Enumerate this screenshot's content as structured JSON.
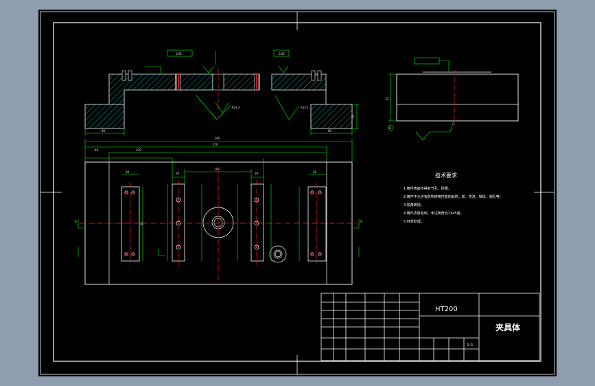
{
  "title_block": {
    "material": "HT200",
    "part_name": "夹具体",
    "scale": "1:1"
  },
  "tech_requirements": {
    "heading": "技术要求",
    "items": [
      "1.铸件表面不得有气孔、砂眼。",
      "2.铸件不允许有影响使用性能的缺陷，如：夹渣、裂纹、缩孔等。",
      "3.锐角倒钝。",
      "4.铸件去除毛刺，未注倒角为1X45度。",
      "5.时效处理。"
    ]
  },
  "dimensions": {
    "total_length": "300",
    "top_overall": "270",
    "inner_span": "225",
    "left_offset": "40",
    "center_span": "110",
    "slot_width": "30",
    "bore_width": "20",
    "base_height": "60",
    "side_height": "30",
    "left_foot": "60",
    "right_foot": "60",
    "side_view_height": "55"
  },
  "labels": {
    "section_left": "A",
    "section_right": "A",
    "datum": "B",
    "roughness": "Ra3.2",
    "gdt_flatness": "0.05",
    "gdt_parallel": "0.02"
  },
  "colors": {
    "background": "#000000",
    "outline": "#ffffff",
    "dimension": "#00ff00",
    "centerline": "#ff2020",
    "hatch": "#00d0c0"
  }
}
